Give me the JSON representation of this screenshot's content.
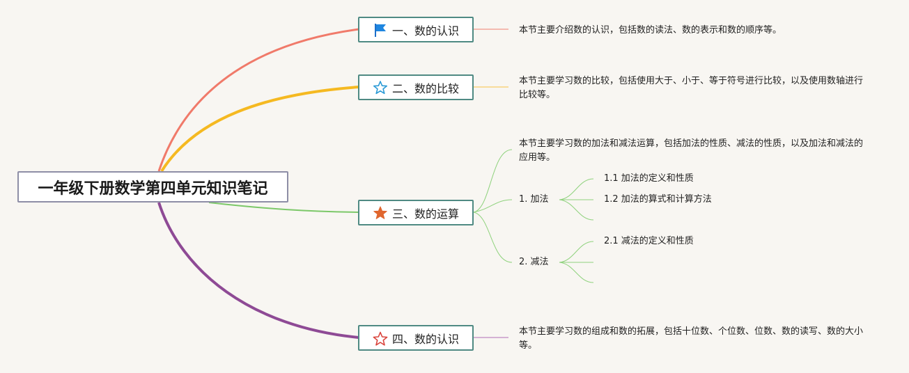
{
  "root": {
    "title": "一年级下册数学第四单元知识笔记"
  },
  "colors": {
    "branch1": "#f07a6a",
    "branch2": "#f5b921",
    "branch3": "#7cc869",
    "branch4": "#8e4a95",
    "node_border": "#4f8a83",
    "root_border": "#8e8ea6"
  },
  "branches": [
    {
      "title": "一、数的认识",
      "icon": "blue-flag-icon",
      "note": "本节主要介绍数的认识，包括数的读法、数的表示和数的顺序等。"
    },
    {
      "title": "二、数的比较",
      "icon": "outline-star-blue-icon",
      "note": "本节主要学习数的比较，包括使用大于、小于、等于符号进行比较，以及使用数轴进行比较等。"
    },
    {
      "title": "三、数的运算",
      "icon": "filled-star-orange-icon",
      "note": "本节主要学习数的加法和减法运算，包括加法的性质、减法的性质，以及加法和减法的应用等。",
      "children": [
        {
          "title": "1. 加法",
          "children": [
            "1.1 加法的定义和性质",
            "1.2 加法的算式和计算方法",
            ""
          ]
        },
        {
          "title": "2. 减法",
          "children": [
            "2.1 减法的定义和性质",
            "",
            ""
          ]
        }
      ]
    },
    {
      "title": "四、数的认识",
      "icon": "outline-star-red-icon",
      "note": "本节主要学习数的组成和数的拓展，包括十位数、个位数、位数、数的读写、数的大小等。"
    }
  ]
}
